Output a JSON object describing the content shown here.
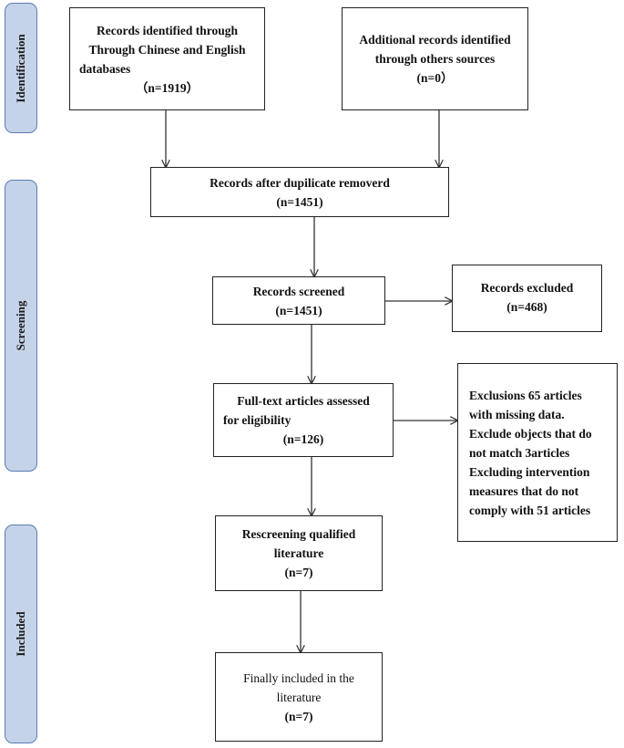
{
  "phases": {
    "identification": "Identification",
    "screening": "Screening",
    "included": "Included"
  },
  "boxes": {
    "records_identified": {
      "lines": [
        "Records identified through",
        "Through Chinese and English",
        "databases",
        "（n=1919）"
      ]
    },
    "additional_records": {
      "lines": [
        "Additional records identified",
        "through others sources",
        "(n=0）"
      ]
    },
    "after_duplicates": {
      "lines": [
        "Records after dupilicate removerd",
        "(n=1451)"
      ]
    },
    "records_screened": {
      "lines": [
        "Records screened",
        "(n=1451)"
      ]
    },
    "records_excluded": {
      "lines": [
        "Records excluded",
        "(n=468)"
      ]
    },
    "full_text": {
      "lines": [
        "Full-text articles assessed",
        "for eligibility",
        "(n=126)"
      ]
    },
    "exclusions": {
      "lines": [
        "Exclusions 65 articles",
        "with missing data.",
        "Exclude objects that do",
        "not match 3articles",
        "Excluding intervention",
        "measures that do not",
        "comply with 51 articles"
      ]
    },
    "rescreening": {
      "lines": [
        "Rescreening qualified",
        "literature",
        "(n=7)"
      ]
    },
    "final_included": {
      "lines": [
        "Finally included in the",
        "literature",
        "(n=7)"
      ]
    }
  },
  "colors": {
    "phase_fill": "#c5d3e8",
    "phase_border": "#5b7db3",
    "box_border": "#222222",
    "arrow": "#333333"
  }
}
